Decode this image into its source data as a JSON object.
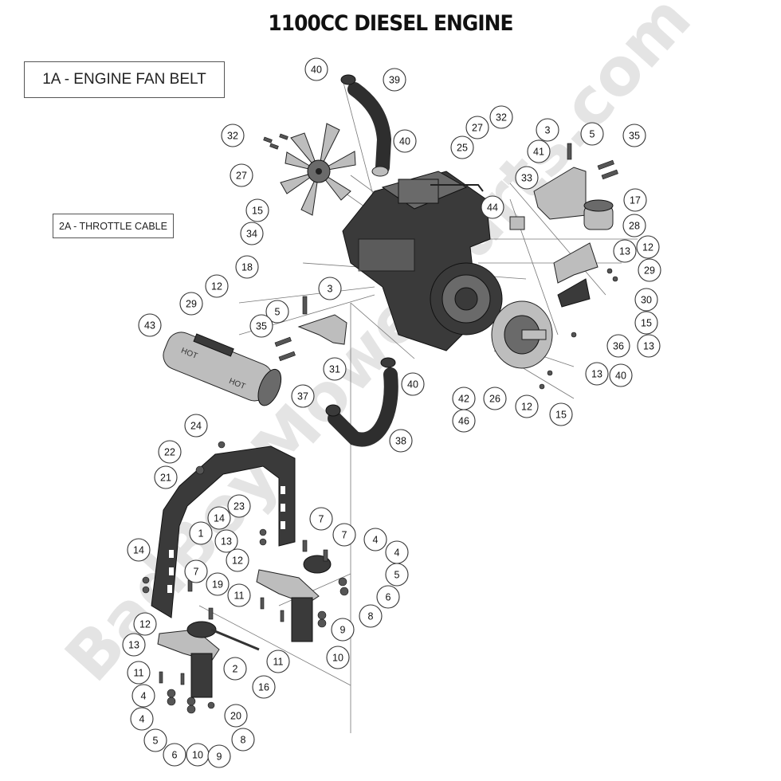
{
  "title": "1100CC DIESEL ENGINE",
  "reference_boxes": {
    "fan_belt": "1A - ENGINE FAN BELT",
    "throttle_cable": "2A - THROTTLE CABLE"
  },
  "watermark": "BadBoyMowerParts.com",
  "callouts": [
    "40",
    "39",
    "32",
    "27",
    "25",
    "3",
    "5",
    "35",
    "32",
    "27",
    "40",
    "41",
    "33",
    "17",
    "15",
    "44",
    "28",
    "34",
    "12",
    "13",
    "29",
    "18",
    "3",
    "30",
    "12",
    "29",
    "5",
    "15",
    "43",
    "35",
    "36",
    "13",
    "31",
    "40",
    "37",
    "13",
    "40",
    "42",
    "26",
    "12",
    "15",
    "46",
    "38",
    "24",
    "22",
    "21",
    "23",
    "14",
    "1",
    "13",
    "7",
    "7",
    "12",
    "4",
    "4",
    "14",
    "5",
    "7",
    "19",
    "11",
    "6",
    "12",
    "8",
    "9",
    "13",
    "2",
    "11",
    "10",
    "11",
    "16",
    "4",
    "20",
    "4",
    "8",
    "5",
    "6",
    "10",
    "9"
  ]
}
